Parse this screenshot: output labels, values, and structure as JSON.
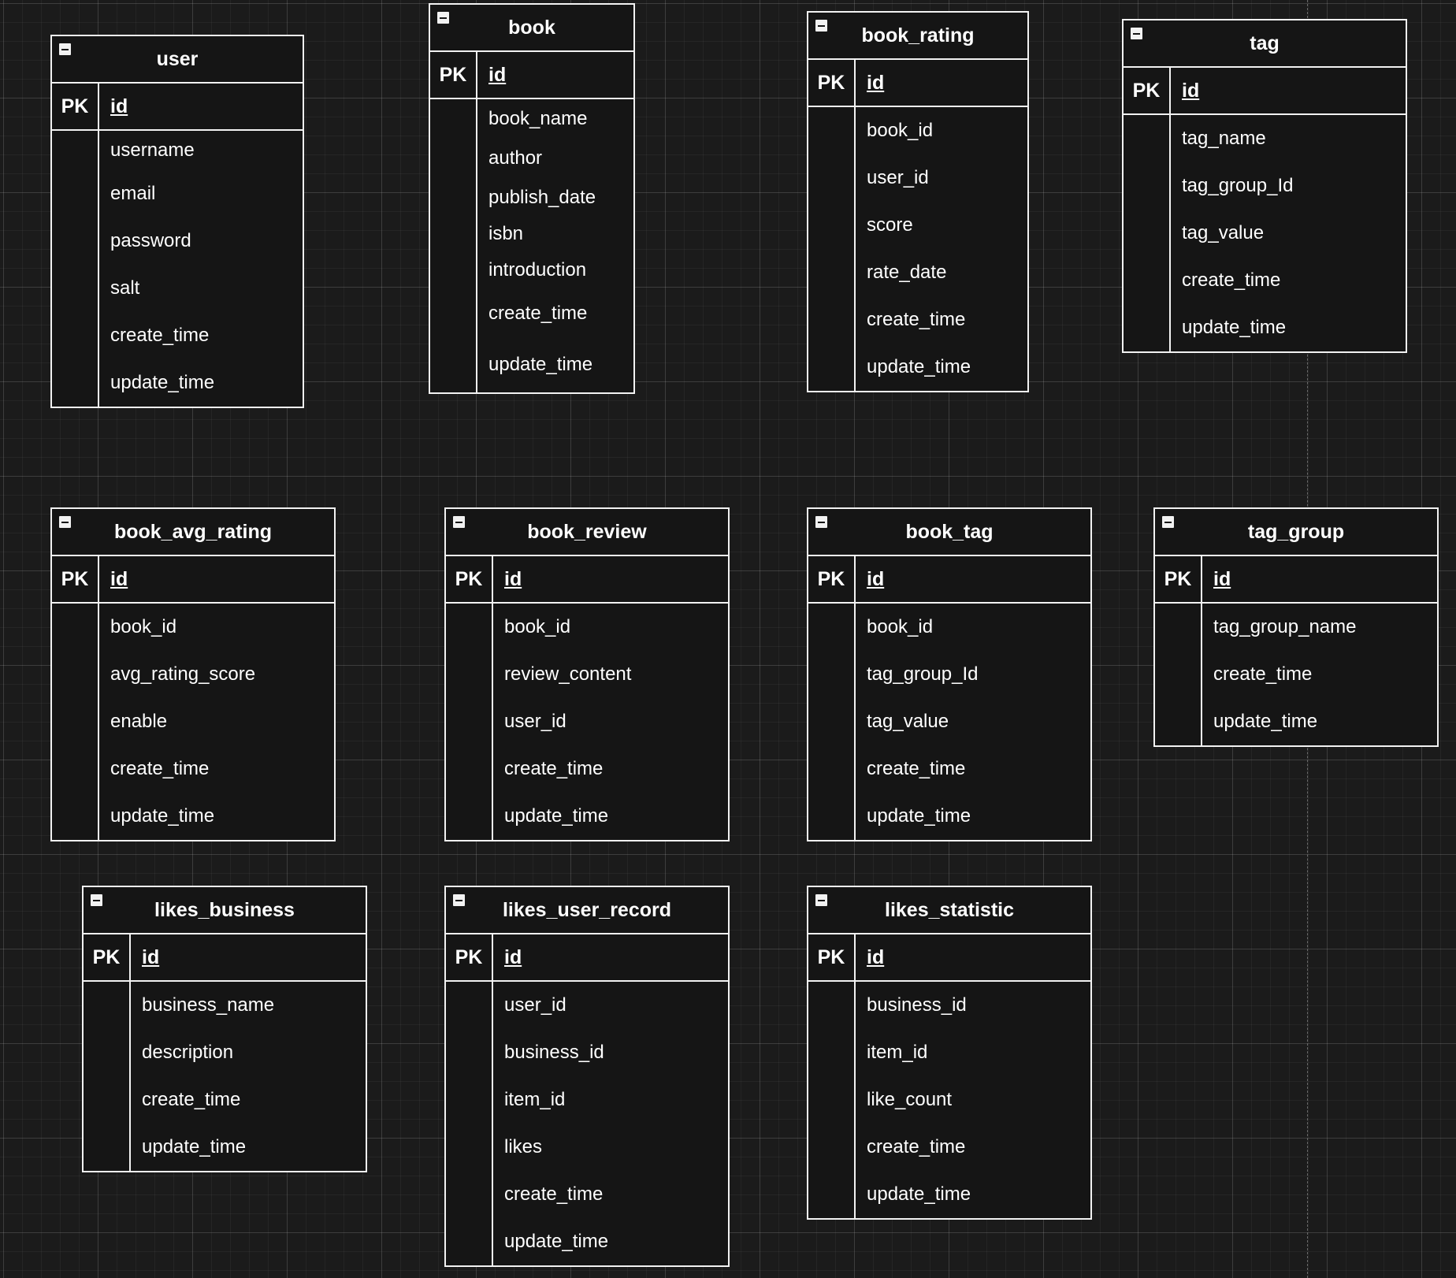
{
  "pk_label": "PK",
  "tables": [
    {
      "name": "user",
      "pk": "id",
      "fields": [
        "username",
        "email",
        "password",
        "salt",
        "create_time",
        "update_time"
      ]
    },
    {
      "name": "book",
      "pk": "id",
      "fields": [
        "book_name",
        "author",
        "publish_date",
        "isbn",
        "introduction",
        "create_time",
        "update_time"
      ]
    },
    {
      "name": "book_rating",
      "pk": "id",
      "fields": [
        "book_id",
        "user_id",
        "score",
        "rate_date",
        "create_time",
        "update_time"
      ]
    },
    {
      "name": "tag",
      "pk": "id",
      "fields": [
        "tag_name",
        "tag_group_Id",
        "tag_value",
        "create_time",
        "update_time"
      ]
    },
    {
      "name": "book_avg_rating",
      "pk": "id",
      "fields": [
        "book_id",
        "avg_rating_score",
        "enable",
        "create_time",
        "update_time"
      ]
    },
    {
      "name": "book_review",
      "pk": "id",
      "fields": [
        "book_id",
        "review_content",
        "user_id",
        "create_time",
        "update_time"
      ]
    },
    {
      "name": "book_tag",
      "pk": "id",
      "fields": [
        "book_id",
        "tag_group_Id",
        "tag_value",
        "create_time",
        "update_time"
      ]
    },
    {
      "name": "tag_group",
      "pk": "id",
      "fields": [
        "tag_group_name",
        "create_time",
        "update_time"
      ]
    },
    {
      "name": "likes_business",
      "pk": "id",
      "fields": [
        "business_name",
        "description",
        "create_time",
        "update_time"
      ]
    },
    {
      "name": "likes_user_record",
      "pk": "id",
      "fields": [
        "user_id",
        "business_id",
        "item_id",
        "likes",
        "create_time",
        "update_time"
      ]
    },
    {
      "name": "likes_statistic",
      "pk": "id",
      "fields": [
        "business_id",
        "item_id",
        "like_count",
        "create_time",
        "update_time"
      ]
    }
  ]
}
